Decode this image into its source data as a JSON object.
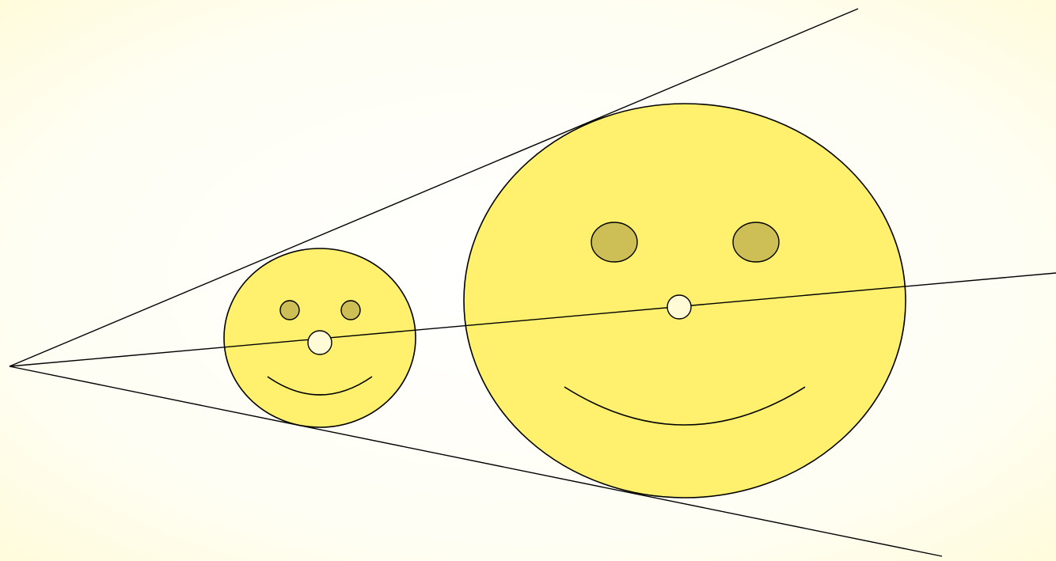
{
  "colors": {
    "background_start": "#fffbd7",
    "background_end": "#ffffff",
    "face_fill": "#fff06e",
    "eye_fill": "#cdbf55",
    "nose_fill": "#fffbd7",
    "stroke": "#000000"
  },
  "figure": {
    "description_type": "dilation",
    "center_point": "projection-center",
    "faces": [
      {
        "id": "small",
        "features": [
          "eye-left",
          "eye-right",
          "nose",
          "mouth"
        ]
      },
      {
        "id": "large",
        "features": [
          "eye-left",
          "eye-right",
          "nose",
          "mouth"
        ]
      }
    ],
    "rays": [
      "ray-upper",
      "ray-middle",
      "ray-lower"
    ]
  }
}
